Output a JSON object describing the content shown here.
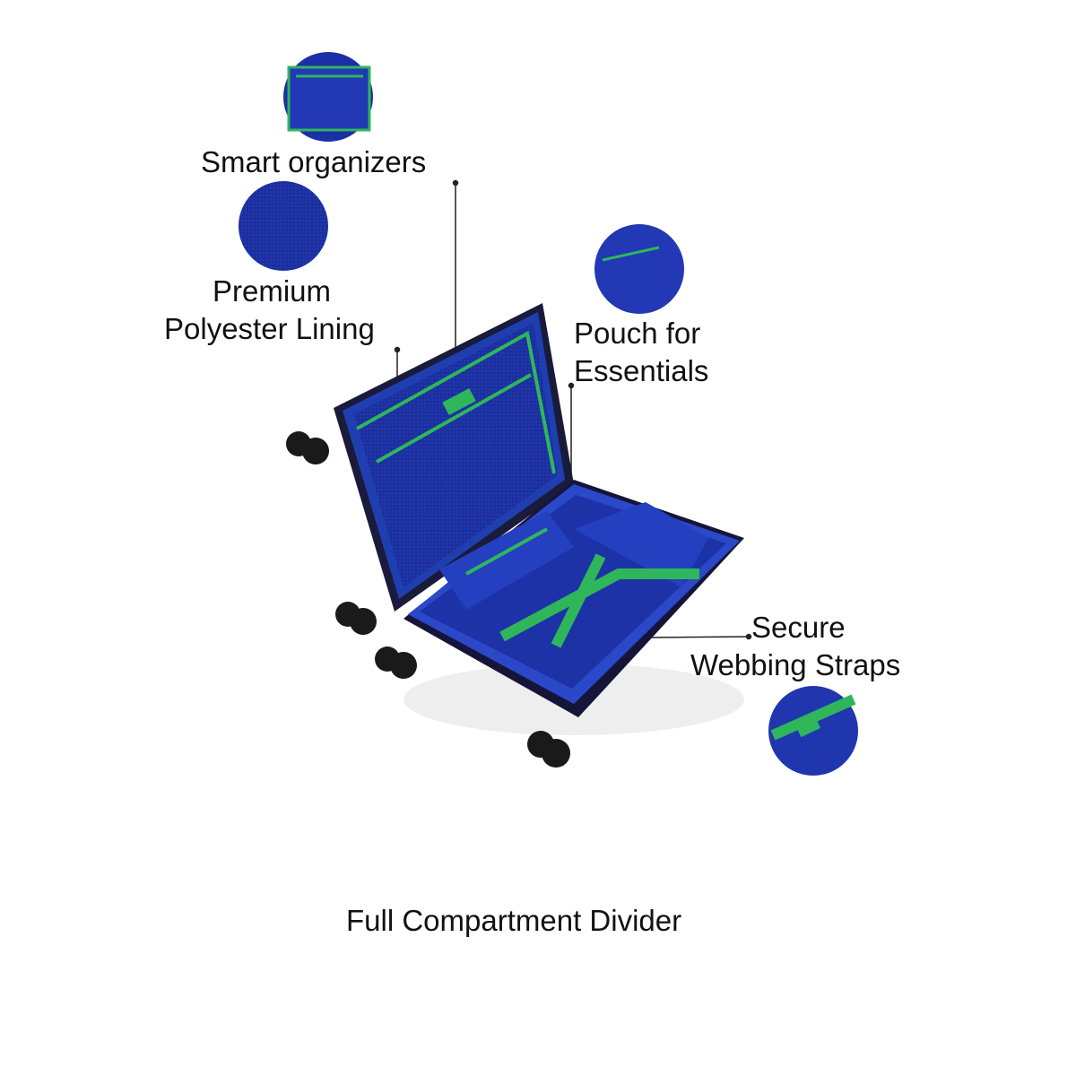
{
  "features": {
    "smart_organizers": "Smart organizers",
    "lining_line1": "Premium",
    "lining_line2": "Polyester Lining",
    "pouch_line1": "Pouch for",
    "pouch_line2": "Essentials",
    "straps_line1": "Secure",
    "straps_line2": "Webbing Straps",
    "divider": "Full Compartment Divider"
  },
  "colors": {
    "shell": "#1f3fb0",
    "lining": "#1a2fa8",
    "zip": "#2fb65a",
    "wheel": "#1a1a1a"
  }
}
